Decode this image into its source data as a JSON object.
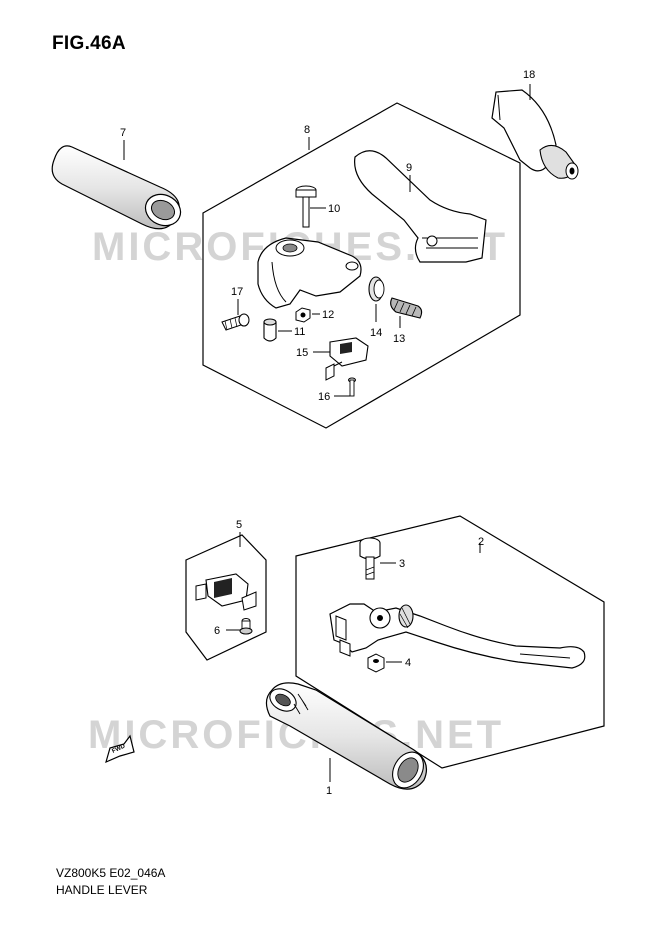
{
  "figure": {
    "title": "FIG.46A",
    "model_code": "VZ800K5 E02_046A",
    "section_name": "HANDLE LEVER",
    "watermark": "MICROFICHES.NET",
    "direction_marker": "FWD"
  },
  "callouts": {
    "c1": "1",
    "c2": "2",
    "c3": "3",
    "c4": "4",
    "c5": "5",
    "c6": "6",
    "c7": "7",
    "c8": "8",
    "c9": "9",
    "c10": "10",
    "c11": "11",
    "c12": "12",
    "c13": "13",
    "c14": "14",
    "c15": "15",
    "c16": "16",
    "c17": "17",
    "c18": "18"
  },
  "colors": {
    "line": "#000000",
    "watermark": "#d4d4d4",
    "part_fill": "#ffffff",
    "shade": "#cfcfcf"
  }
}
